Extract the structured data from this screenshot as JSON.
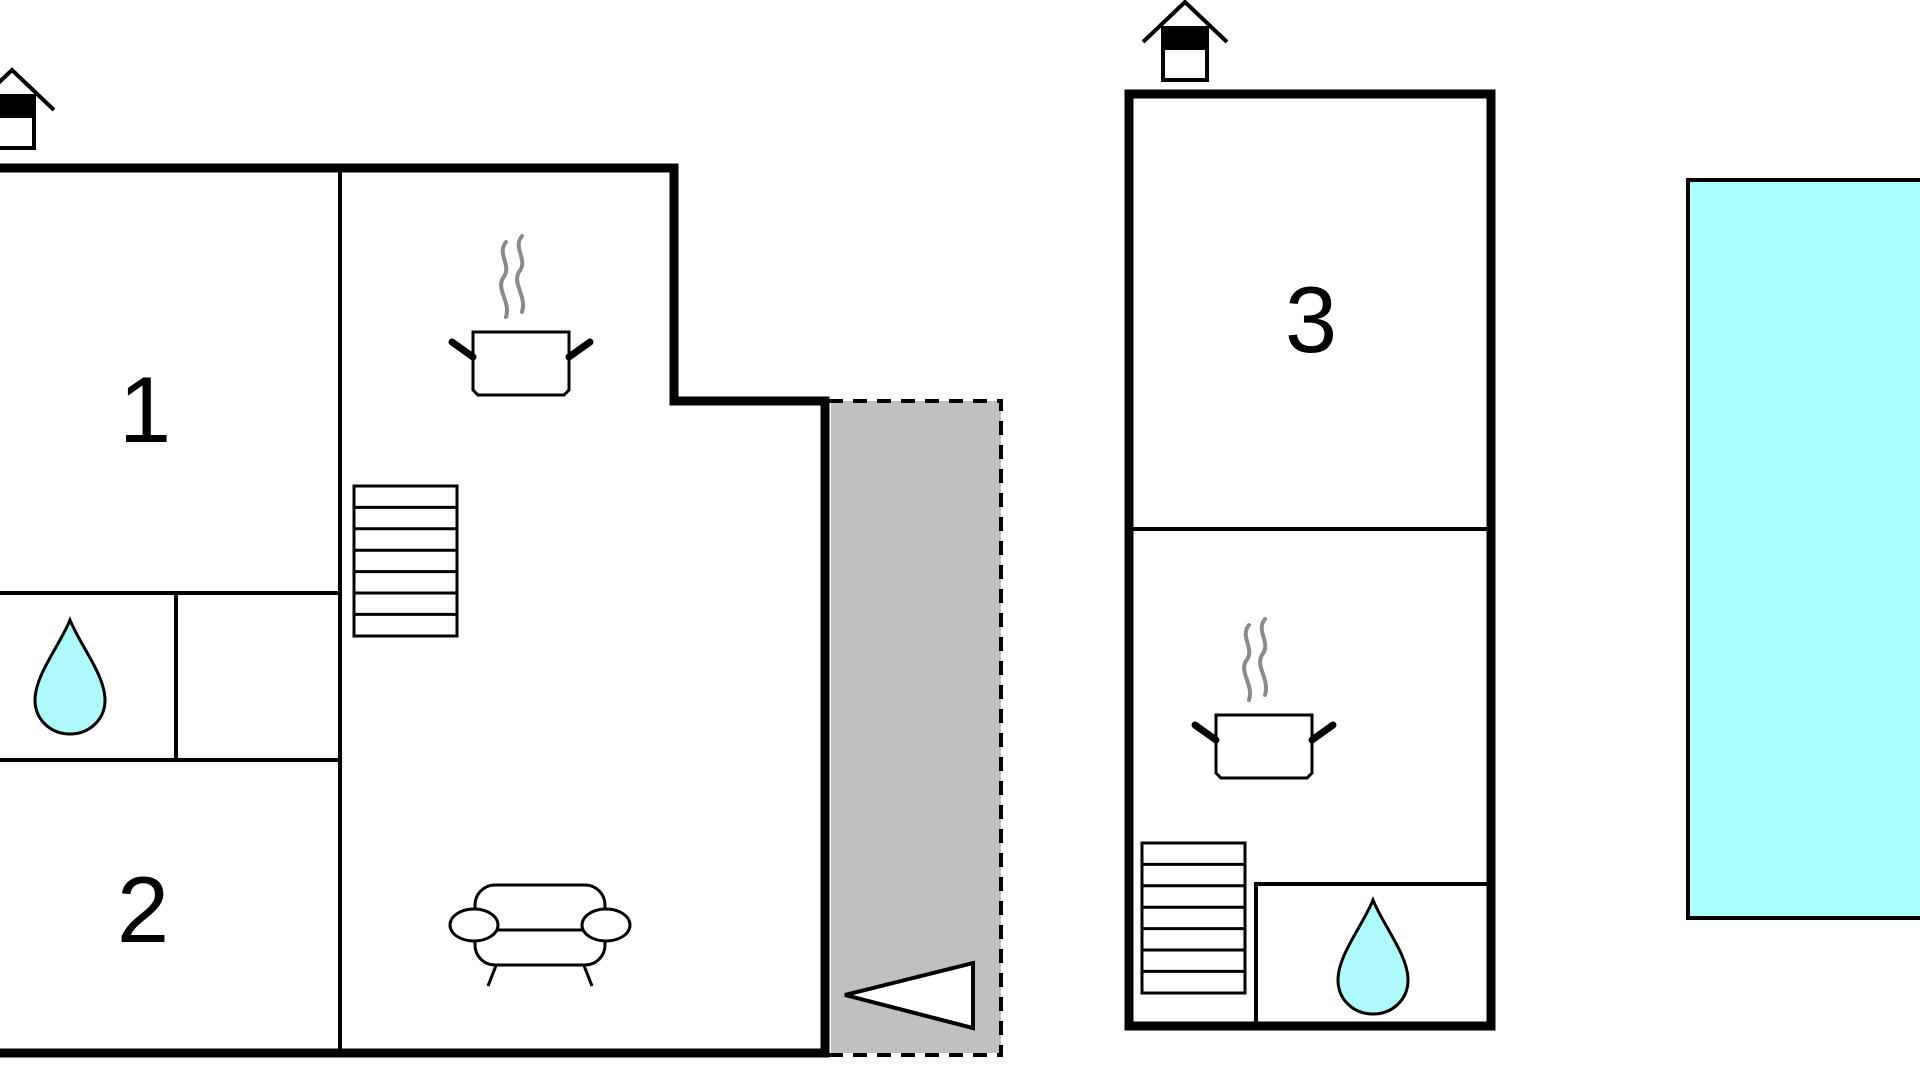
{
  "floor_plan": {
    "rooms": {
      "bedroom_1": "1",
      "bedroom_2": "2",
      "bedroom_3": "3"
    },
    "icons": {
      "floor_marker": "house-icon",
      "kitchen": "cooking-pot-icon",
      "bathroom": "water-drop-icon",
      "living": "sofa-icon",
      "stairs": "stairs-icon",
      "terrace_exit": "triangle-icon",
      "pool": "pool-area"
    },
    "colors": {
      "wall": "#000000",
      "water": "#aefafa",
      "pool": "#aaffff",
      "terrace": "#c0c0c0",
      "steam": "#8a8a8a"
    }
  }
}
